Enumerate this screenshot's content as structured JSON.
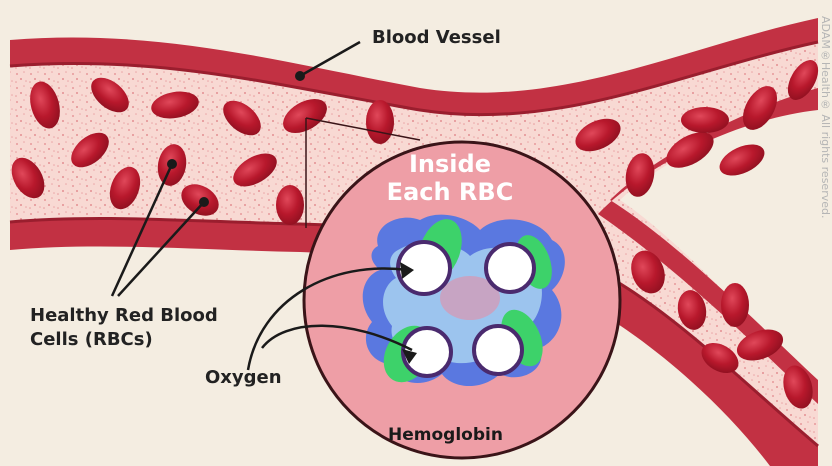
{
  "labels": {
    "blood_vessel": "Blood Vessel",
    "healthy_rbc": "Healthy Red Blood Cells (RBCs)",
    "oxygen": "Oxygen",
    "inside_rbc": "Inside Each RBC",
    "hemoglobin": "Hemoglobin",
    "copyright": "ADAM®Health® All rights reserved."
  },
  "colors": {
    "background": "#f4ede1",
    "vessel_wall": "#c23143",
    "vessel_wall_dark": "#9a1e2e",
    "vessel_lumen": "#f8d9d3",
    "rbc": "#b8182c",
    "rbc_highlight": "#e0485a",
    "magnifier_fill": "#ee9ea6",
    "magnifier_border": "#3a1418",
    "hemoglobin_blue": "#5a78e0",
    "hemoglobin_light": "#9cc4ee",
    "heme_green": "#3dd26a",
    "oxygen_fill": "#ffffff",
    "oxygen_ring": "#4a2a6e"
  }
}
